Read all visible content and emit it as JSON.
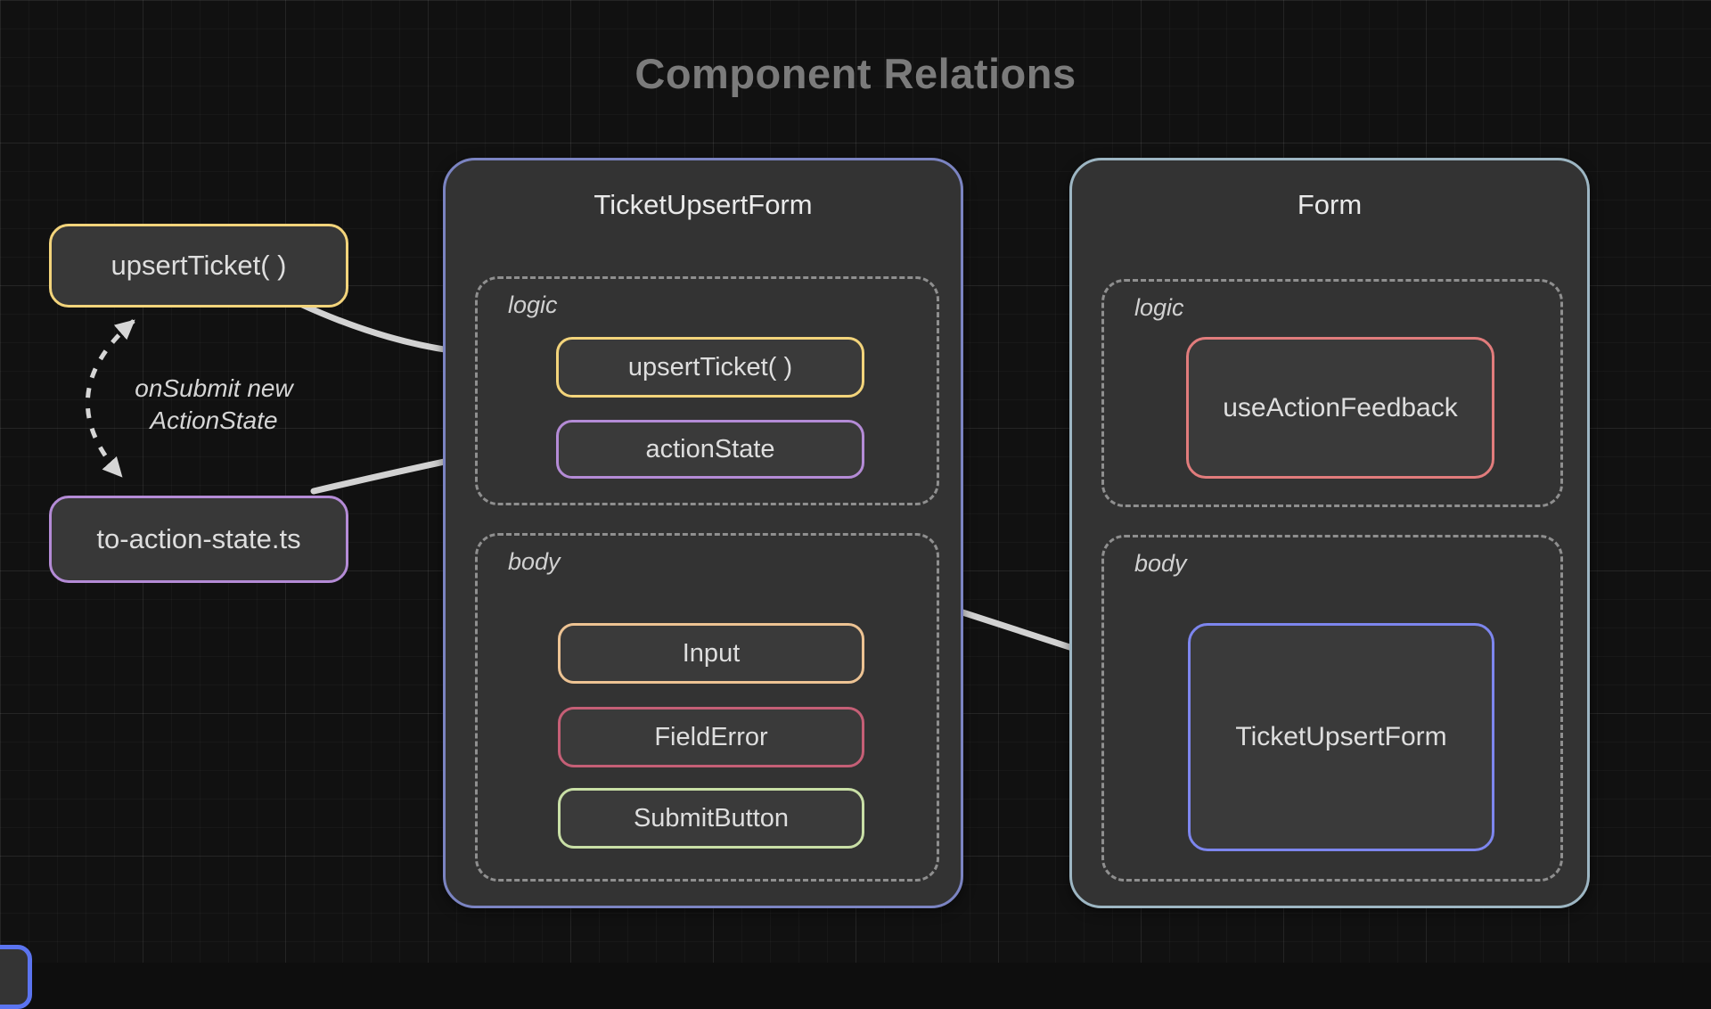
{
  "title": "Component Relations",
  "left_column": {
    "upsert_ticket_label": "upsertTicket( )",
    "to_action_state_label": "to-action-state.ts",
    "edge_label": "onSubmit new\nActionState"
  },
  "ticket_upsert_form": {
    "title": "TicketUpsertForm",
    "logic_label": "logic",
    "body_label": "body",
    "logic_nodes": {
      "upsert_ticket": "upsertTicket( )",
      "action_state": "actionState"
    },
    "body_nodes": {
      "input": "Input",
      "field_error": "FieldError",
      "submit_button": "SubmitButton"
    }
  },
  "form": {
    "title": "Form",
    "logic_label": "logic",
    "body_label": "body",
    "logic_nodes": {
      "use_action_feedback": "useActionFeedback"
    },
    "body_nodes": {
      "ticket_upsert_form": "TicketUpsertForm"
    }
  },
  "colors": {
    "background": "#111111",
    "node_fill": "#3a3a3a",
    "container_fill": "#333333",
    "yellow": "#f3d47b",
    "purple": "#b48bd6",
    "orange": "#edc393",
    "crimson": "#c55f76",
    "green": "#c9dfa6",
    "salmon": "#e17c7c",
    "blue": "#7d86ee",
    "container_border_slate": "#7b84c2",
    "container_border_steel": "#9db6c3",
    "arrow": "#d2d2d2",
    "title_gray": "#7b7b7b"
  }
}
